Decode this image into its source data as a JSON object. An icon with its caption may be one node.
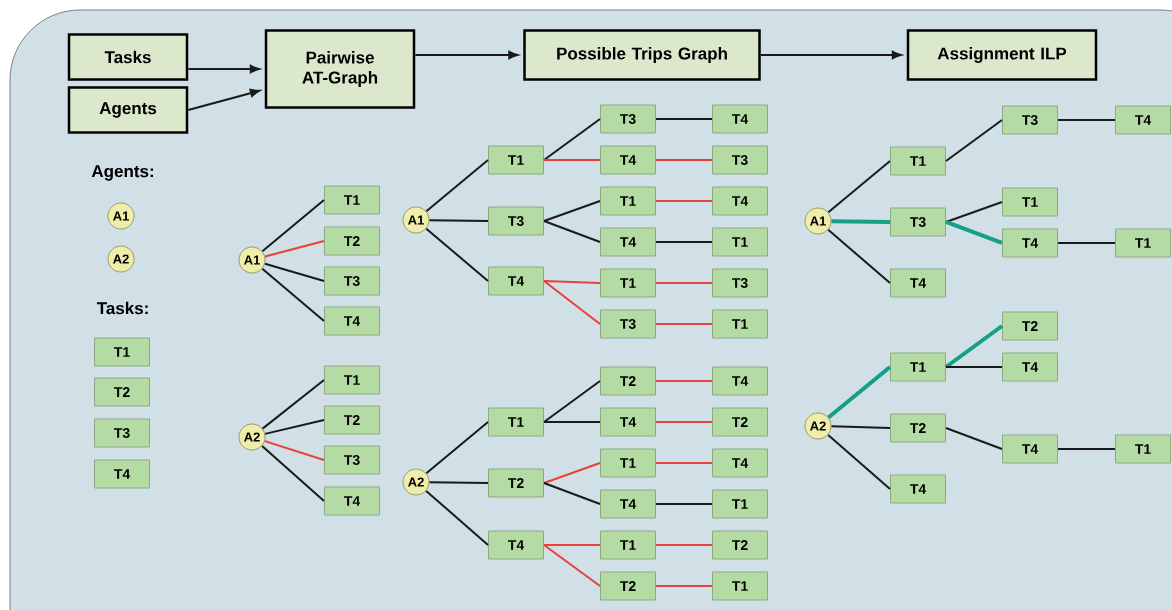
{
  "diagram": {
    "nodes": [
      {
        "text": [
          "Tasks"
        ]
      },
      {
        "text": [
          "Agents"
        ]
      },
      {
        "text": [
          "Pairwise AT-Graph"
        ]
      },
      {
        "text": [
          "Possible Trips Graph"
        ]
      },
      {
        "text": [
          "Assignment ILP"
        ]
      },
      {
        "text": [
          "A1"
        ]
      },
      {
        "text": [
          "A2"
        ]
      },
      {
        "text": [
          "T1"
        ]
      },
      {
        "text": [
          "T2"
        ]
      },
      {
        "text": [
          "T3"
        ]
      },
      {
        "text": [
          "T4"
        ]
      },
      {
        "text": [
          "A1"
        ]
      },
      {
        "text": [
          "T1"
        ]
      },
      {
        "text": [
          "T2"
        ]
      },
      {
        "text": [
          "T3"
        ]
      },
      {
        "text": [
          "T4"
        ]
      },
      {
        "text": [
          "A2"
        ]
      },
      {
        "text": [
          "T1"
        ]
      },
      {
        "text": [
          "T2"
        ]
      },
      {
        "text": [
          "T3"
        ]
      },
      {
        "text": [
          "T4"
        ]
      },
      {
        "text": [
          "A1"
        ]
      },
      {
        "text": [
          "T1"
        ]
      },
      {
        "text": [
          "T3"
        ]
      },
      {
        "text": [
          "T4"
        ]
      },
      {
        "text": [
          "T4"
        ]
      },
      {
        "text": [
          "T3"
        ]
      },
      {
        "text": [
          "T3"
        ]
      },
      {
        "text": [
          "T1"
        ]
      },
      {
        "text": [
          "T4"
        ]
      },
      {
        "text": [
          "T4"
        ]
      },
      {
        "text": [
          "T1"
        ]
      },
      {
        "text": [
          "T4"
        ]
      },
      {
        "text": [
          "T1"
        ]
      },
      {
        "text": [
          "T3"
        ]
      },
      {
        "text": [
          "T3"
        ]
      },
      {
        "text": [
          "T1"
        ]
      },
      {
        "text": [
          "A2"
        ]
      },
      {
        "text": [
          "T1"
        ]
      },
      {
        "text": [
          "T2"
        ]
      },
      {
        "text": [
          "T4"
        ]
      },
      {
        "text": [
          "T4"
        ]
      },
      {
        "text": [
          "T2"
        ]
      },
      {
        "text": [
          "T2"
        ]
      },
      {
        "text": [
          "T1"
        ]
      },
      {
        "text": [
          "T4"
        ]
      },
      {
        "text": [
          "T4"
        ]
      },
      {
        "text": [
          "T1"
        ]
      },
      {
        "text": [
          "T4"
        ]
      },
      {
        "text": [
          "T1"
        ]
      },
      {
        "text": [
          "T2"
        ]
      },
      {
        "text": [
          "T2"
        ]
      },
      {
        "text": [
          "T1"
        ]
      },
      {
        "text": [
          "A1"
        ]
      },
      {
        "text": [
          "T1"
        ]
      },
      {
        "text": [
          "T3"
        ]
      },
      {
        "text": [
          "T4"
        ]
      },
      {
        "text": [
          "T3"
        ]
      },
      {
        "text": [
          "T1"
        ]
      },
      {
        "text": [
          "T4"
        ]
      },
      {
        "text": [
          "T1"
        ]
      },
      {
        "text": [
          "T4"
        ]
      },
      {
        "text": [
          "A2"
        ]
      },
      {
        "text": [
          "T1"
        ]
      },
      {
        "text": [
          "T2"
        ]
      },
      {
        "text": [
          "T4"
        ]
      },
      {
        "text": [
          "T2"
        ]
      },
      {
        "text": [
          "T4"
        ]
      },
      {
        "text": [
          "T1"
        ]
      },
      {
        "text": [
          "T4"
        ]
      }
    ],
    "edges": [
      {
        "from": 0,
        "to": 2,
        "arrow": "to"
      },
      {
        "from": 1,
        "to": 2,
        "arrow": "to"
      },
      {
        "from": 2,
        "to": 3,
        "arrow": "to"
      },
      {
        "from": 3,
        "to": 4,
        "arrow": "to"
      },
      {
        "from": 11,
        "to": 12,
        "arrow": "none"
      },
      {
        "from": 11,
        "to": 13,
        "arrow": "none",
        "color": "#e8403a"
      },
      {
        "from": 11,
        "to": 14,
        "arrow": "none"
      },
      {
        "from": 11,
        "to": 15,
        "arrow": "none"
      },
      {
        "from": 16,
        "to": 17,
        "arrow": "none"
      },
      {
        "from": 16,
        "to": 18,
        "arrow": "none"
      },
      {
        "from": 16,
        "to": 19,
        "arrow": "none",
        "color": "#e8403a"
      },
      {
        "from": 16,
        "to": 20,
        "arrow": "none"
      },
      {
        "from": 21,
        "to": 22,
        "arrow": "none"
      },
      {
        "from": 22,
        "to": 23,
        "arrow": "none"
      },
      {
        "from": 23,
        "to": 24,
        "arrow": "none"
      },
      {
        "from": 22,
        "to": 25,
        "arrow": "none",
        "color": "#e8403a"
      },
      {
        "from": 25,
        "to": 26,
        "arrow": "none",
        "color": "#e8403a"
      },
      {
        "from": 21,
        "to": 27,
        "arrow": "none"
      },
      {
        "from": 27,
        "to": 28,
        "arrow": "none"
      },
      {
        "from": 28,
        "to": 29,
        "arrow": "none",
        "color": "#e8403a"
      },
      {
        "from": 27,
        "to": 30,
        "arrow": "none"
      },
      {
        "from": 30,
        "to": 31,
        "arrow": "none"
      },
      {
        "from": 21,
        "to": 32,
        "arrow": "none"
      },
      {
        "from": 32,
        "to": 33,
        "arrow": "none",
        "color": "#e8403a"
      },
      {
        "from": 33,
        "to": 34,
        "arrow": "none",
        "color": "#e8403a"
      },
      {
        "from": 32,
        "to": 35,
        "arrow": "none",
        "color": "#e8403a"
      },
      {
        "from": 35,
        "to": 36,
        "arrow": "none",
        "color": "#e8403a"
      },
      {
        "from": 37,
        "to": 38,
        "arrow": "none"
      },
      {
        "from": 38,
        "to": 39,
        "arrow": "none"
      },
      {
        "from": 39,
        "to": 40,
        "arrow": "none",
        "color": "#e8403a"
      },
      {
        "from": 38,
        "to": 41,
        "arrow": "none"
      },
      {
        "from": 41,
        "to": 42,
        "arrow": "none",
        "color": "#e8403a"
      },
      {
        "from": 37,
        "to": 43,
        "arrow": "none"
      },
      {
        "from": 43,
        "to": 44,
        "arrow": "none",
        "color": "#e8403a"
      },
      {
        "from": 44,
        "to": 45,
        "arrow": "none",
        "color": "#e8403a"
      },
      {
        "from": 43,
        "to": 46,
        "arrow": "none"
      },
      {
        "from": 46,
        "to": 47,
        "arrow": "none"
      },
      {
        "from": 37,
        "to": 48,
        "arrow": "none"
      },
      {
        "from": 48,
        "to": 49,
        "arrow": "none",
        "color": "#e8403a"
      },
      {
        "from": 49,
        "to": 50,
        "arrow": "none",
        "color": "#e8403a"
      },
      {
        "from": 48,
        "to": 51,
        "arrow": "none",
        "color": "#e8403a"
      },
      {
        "from": 51,
        "to": 52,
        "arrow": "none",
        "color": "#e8403a"
      },
      {
        "from": 53,
        "to": 54,
        "arrow": "none"
      },
      {
        "from": 54,
        "to": 55,
        "arrow": "none"
      },
      {
        "from": 55,
        "to": 56,
        "arrow": "none"
      },
      {
        "from": 53,
        "to": 57,
        "arrow": "none",
        "style": "thick",
        "color": "#14a085"
      },
      {
        "from": 57,
        "to": 58,
        "arrow": "none"
      },
      {
        "from": 57,
        "to": 59,
        "arrow": "none",
        "style": "thick",
        "color": "#14a085"
      },
      {
        "from": 59,
        "to": 60,
        "arrow": "none"
      },
      {
        "from": 53,
        "to": 61,
        "arrow": "none"
      },
      {
        "from": 62,
        "to": 63,
        "arrow": "none",
        "style": "thick",
        "color": "#14a085"
      },
      {
        "from": 63,
        "to": 64,
        "arrow": "none",
        "style": "thick",
        "color": "#14a085"
      },
      {
        "from": 63,
        "to": 65,
        "arrow": "none"
      },
      {
        "from": 62,
        "to": 66,
        "arrow": "none"
      },
      {
        "from": 66,
        "to": 67,
        "arrow": "none"
      },
      {
        "from": 67,
        "to": 68,
        "arrow": "none"
      },
      {
        "from": 62,
        "to": 69,
        "arrow": "none"
      }
    ],
    "labels": [
      "Agents:",
      "Tasks:"
    ]
  }
}
